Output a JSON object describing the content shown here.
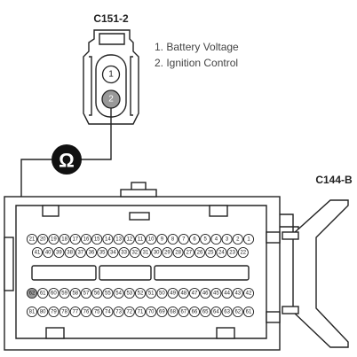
{
  "connector_small": {
    "name": "C151-2",
    "pins": [
      {
        "number": "1",
        "description": "1. Battery Voltage"
      },
      {
        "number": "2",
        "description": "2. Ignition Control"
      }
    ]
  },
  "meter": {
    "symbol": "Ω"
  },
  "connector_large": {
    "name": "C144-B",
    "row1": [
      "21",
      "20",
      "19",
      "18",
      "17",
      "16",
      "15",
      "14",
      "13",
      "12",
      "11",
      "10",
      "9",
      "8",
      "7",
      "6",
      "5",
      "4",
      "3",
      "2",
      "1"
    ],
    "row2": [
      "41",
      "40",
      "39",
      "38",
      "37",
      "36",
      "35",
      "34",
      "33",
      "32",
      "31",
      "30",
      "29",
      "28",
      "27",
      "26",
      "25",
      "24",
      "23",
      "22"
    ],
    "row3": [
      "62",
      "61",
      "60",
      "59",
      "58",
      "57",
      "56",
      "55",
      "54",
      "53",
      "52",
      "51",
      "50",
      "49",
      "48",
      "47",
      "46",
      "45",
      "44",
      "43",
      "42"
    ],
    "row4": [
      "81",
      "80",
      "79",
      "78",
      "77",
      "76",
      "75",
      "74",
      "73",
      "72",
      "71",
      "70",
      "69",
      "68",
      "67",
      "66",
      "65",
      "64",
      "63",
      "62",
      "61"
    ]
  },
  "colors": {
    "line": "#222222",
    "pin_fill": "#ffffff",
    "active_pin_fill": "#999999",
    "meter_fill": "#111111",
    "meter_text": "#ffffff"
  }
}
